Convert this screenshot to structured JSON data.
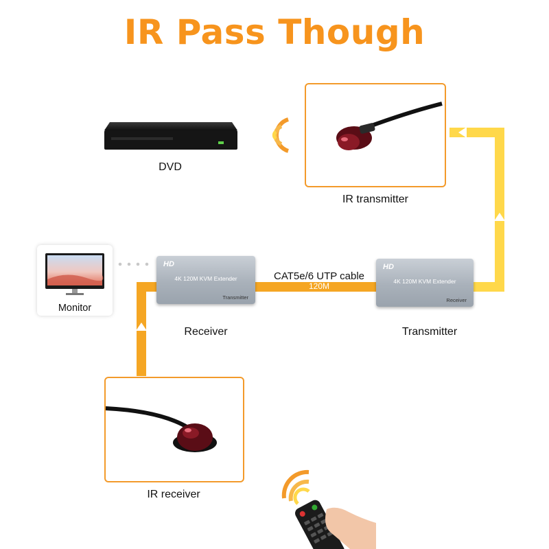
{
  "title": "IR Pass Though",
  "colors": {
    "accent": "#f7941d",
    "cable": "#f5a623",
    "ir_cable": "#ffd84a",
    "box_border": "#f39a2a"
  },
  "labels": {
    "dvd": "DVD",
    "ir_transmitter": "IR transmitter",
    "monitor": "Monitor",
    "receiver": "Receiver",
    "transmitter": "Transmitter",
    "ir_receiver": "IR receiver",
    "cable_type": "CAT5e/6 UTP cable",
    "cable_length": "120M"
  },
  "devices": {
    "left_unit": {
      "brand": "HD",
      "model": "4K 120M KVM Extender",
      "role": "Transmitter"
    },
    "right_unit": {
      "brand": "HD",
      "model": "4K 120M KVM Extender",
      "role": "Receiver"
    }
  },
  "icons": [
    "dvd-player",
    "ir-transmitter-eye",
    "monitor",
    "ir-receiver-eye",
    "remote-control",
    "signal-waves"
  ]
}
